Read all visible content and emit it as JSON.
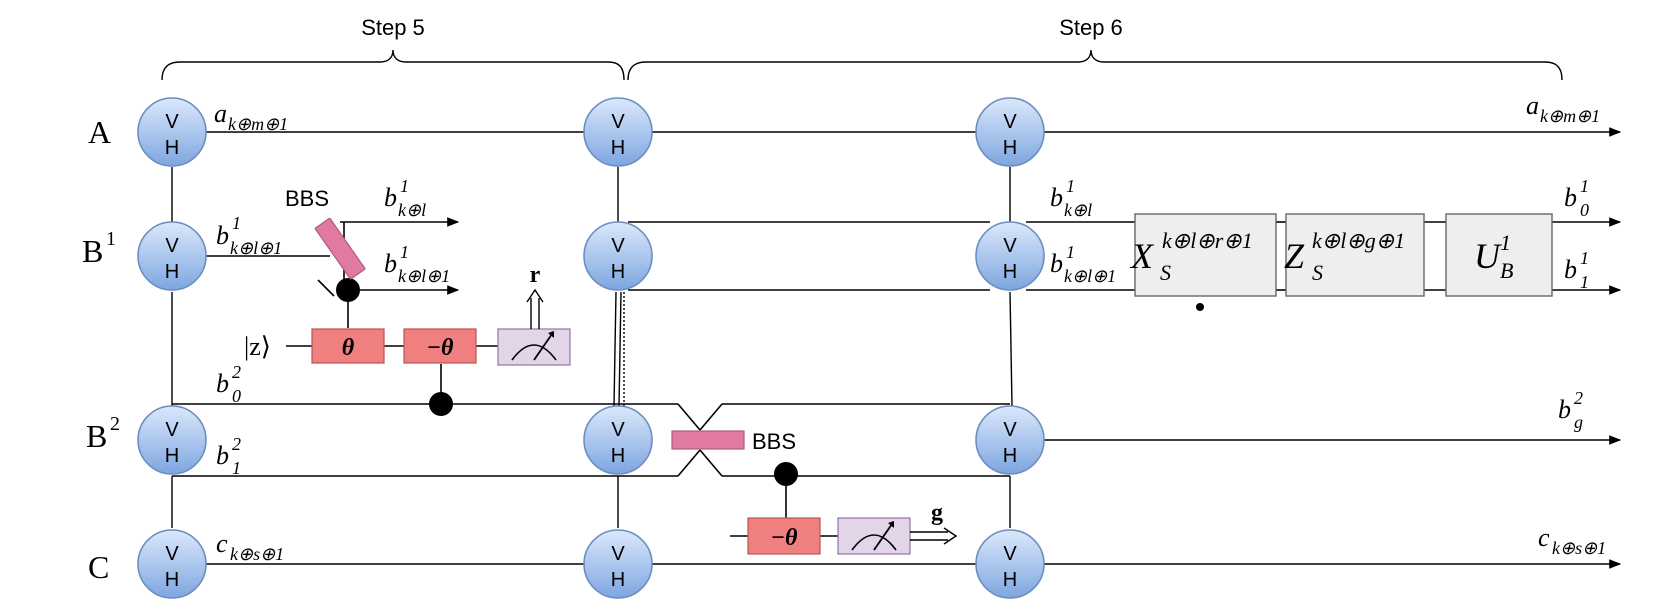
{
  "steps": {
    "step5": "Step 5",
    "step6": "Step 6"
  },
  "rows": {
    "a": "A",
    "b1": "B",
    "b1_sup": "1",
    "b2": "B",
    "b2_sup": "2",
    "c": "C"
  },
  "node": {
    "v": "V",
    "h": "H"
  },
  "labels": {
    "a_in": {
      "base": "a",
      "sub": "k⊕m⊕1"
    },
    "a_out": {
      "base": "a",
      "sub": "k⊕m⊕1"
    },
    "b1_in": {
      "base": "b",
      "sup": "1",
      "sub": "k⊕l⊕1"
    },
    "b1_up": {
      "base": "b",
      "sup": "1",
      "sub": "k⊕l"
    },
    "b1_dn": {
      "base": "b",
      "sup": "1",
      "sub": "k⊕l⊕1"
    },
    "b2_0": {
      "base": "b",
      "sup": "2",
      "sub": "0"
    },
    "b2_1": {
      "base": "b",
      "sup": "2",
      "sub": "1"
    },
    "c_in": {
      "base": "c",
      "sub": "k⊕s⊕1"
    },
    "c_out": {
      "base": "c",
      "sub": "k⊕s⊕1"
    },
    "s6_up": {
      "base": "b",
      "sup": "1",
      "sub": "k⊕l"
    },
    "s6_dn": {
      "base": "b",
      "sup": "1",
      "sub": "k⊕l⊕1"
    },
    "out_b10": {
      "base": "b",
      "sup": "1",
      "sub": "0"
    },
    "out_b11": {
      "base": "b",
      "sup": "1",
      "sub": "1"
    },
    "out_b2g": {
      "base": "b",
      "sup": "2",
      "sub": "g"
    }
  },
  "components": {
    "bbs1": "BBS",
    "bbs2": "BBS",
    "ket_z": "|z⟩",
    "theta": "θ",
    "neg_theta": "−θ",
    "neg_theta2": "−θ",
    "meas_r": "r",
    "meas_g": "g"
  },
  "gates": {
    "xs": {
      "base": "X",
      "sup": "k⊕l⊕r⊕1",
      "sub": "S"
    },
    "zs": {
      "base": "Z",
      "sup": "k⊕l⊕g⊕1",
      "sub": "S"
    },
    "ub": {
      "base": "U",
      "sup": "1",
      "sub": "B"
    }
  },
  "colors": {
    "node_fill_top": "#dbe8fb",
    "node_fill_bottom": "#7ea6e0",
    "node_stroke": "#6c8ebf",
    "gate_red_fill": "#f08080",
    "gate_red_stroke": "#b85450",
    "meter_fill": "#e1d5e7",
    "meter_stroke": "#9673a6",
    "bbs_fill": "#e07aa0",
    "bbs_stroke": "#b05a80",
    "box_fill": "#eeeeee",
    "box_stroke": "#666666"
  }
}
